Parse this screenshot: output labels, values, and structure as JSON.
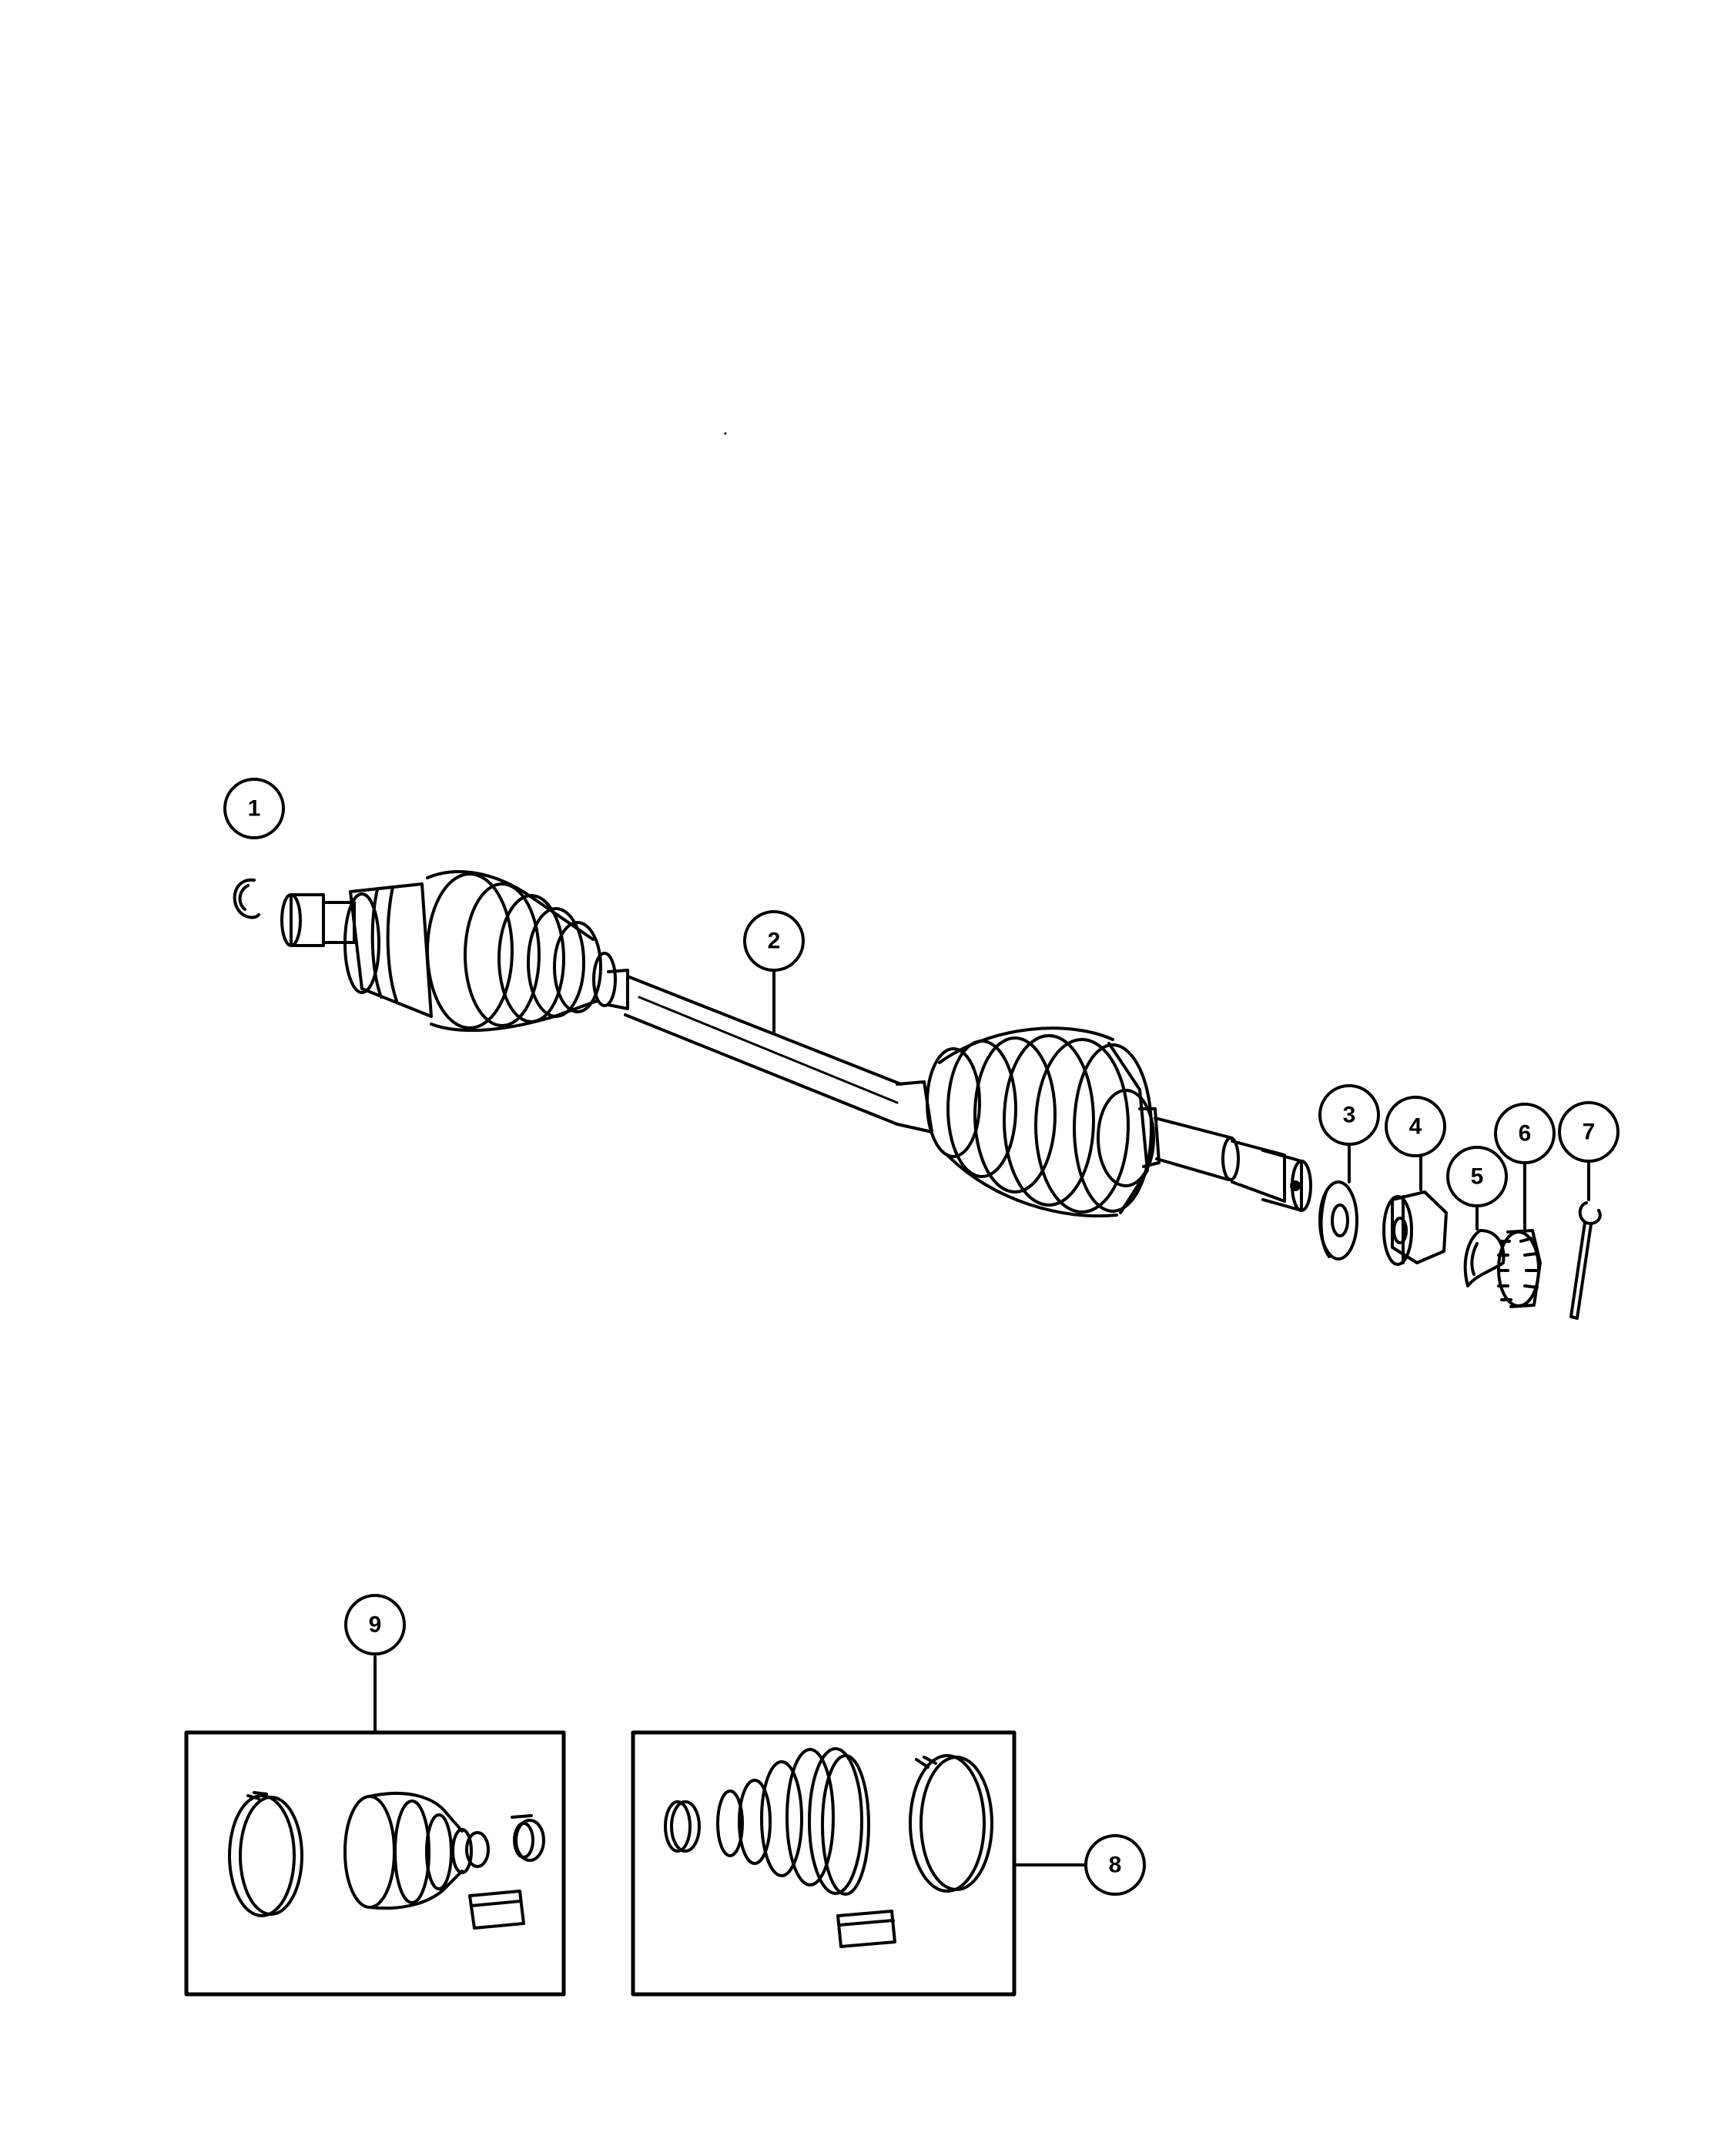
{
  "diagram": {
    "callouts": [
      {
        "id": "1",
        "label": "1"
      },
      {
        "id": "2",
        "label": "2"
      },
      {
        "id": "3",
        "label": "3"
      },
      {
        "id": "4",
        "label": "4"
      },
      {
        "id": "5",
        "label": "5"
      },
      {
        "id": "6",
        "label": "6"
      },
      {
        "id": "7",
        "label": "7"
      },
      {
        "id": "8",
        "label": "8"
      },
      {
        "id": "9",
        "label": "9"
      }
    ],
    "colors": {
      "line": "#000000",
      "background": "#ffffff",
      "shade": "#bdbdbd"
    }
  }
}
